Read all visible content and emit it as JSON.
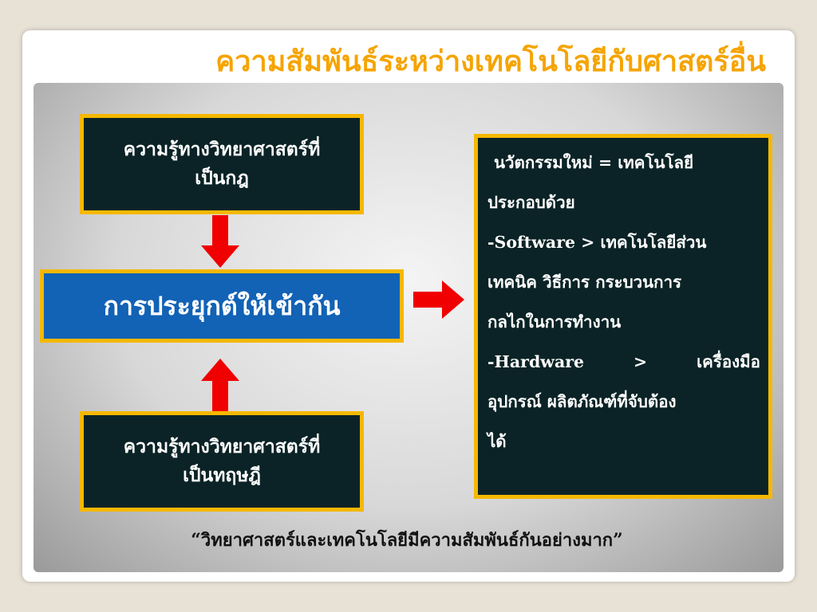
{
  "title": "ความสัมพันธ์ระหว่างเทคโนโลยีกับศาสตร์อื่น",
  "box_law": {
    "line1": "ความรู้ทางวิทยาศาสตร์ที่",
    "line2": "เป็นกฎ"
  },
  "box_apply": {
    "label": "การประยุกต์ให้เข้ากัน"
  },
  "box_theory": {
    "line1": "ความรู้ทางวิทยาศาสตร์ที่",
    "line2": "เป็นทฤษฎี"
  },
  "box_info": {
    "line1": "นวัตกรรมใหม่ = เทคโนโลยี",
    "line2": "ประกอบด้วย",
    "line3": "-Software > เทคโนโลยีส่วน",
    "line4": "เทคนิค วิธีการ กระบวนการ",
    "line5": "กลไกในการทำงาน",
    "hw_a": "-Hardware",
    "hw_b": ">",
    "hw_c": "เครื่องมือ",
    "line7": "อุปกรณ์ ผลิตภัณฑ์ที่จับต้อง",
    "line8": "ได้"
  },
  "quote": "“วิทยาศาสตร์และเทคโนโลยีมีความสัมพันธ์กันอย่างมาก”",
  "colors": {
    "title": "#f5a400",
    "box_border": "#f5b800",
    "box_dark": "#0b2326",
    "box_blue": "#1262b5",
    "arrow": "#f00000"
  }
}
